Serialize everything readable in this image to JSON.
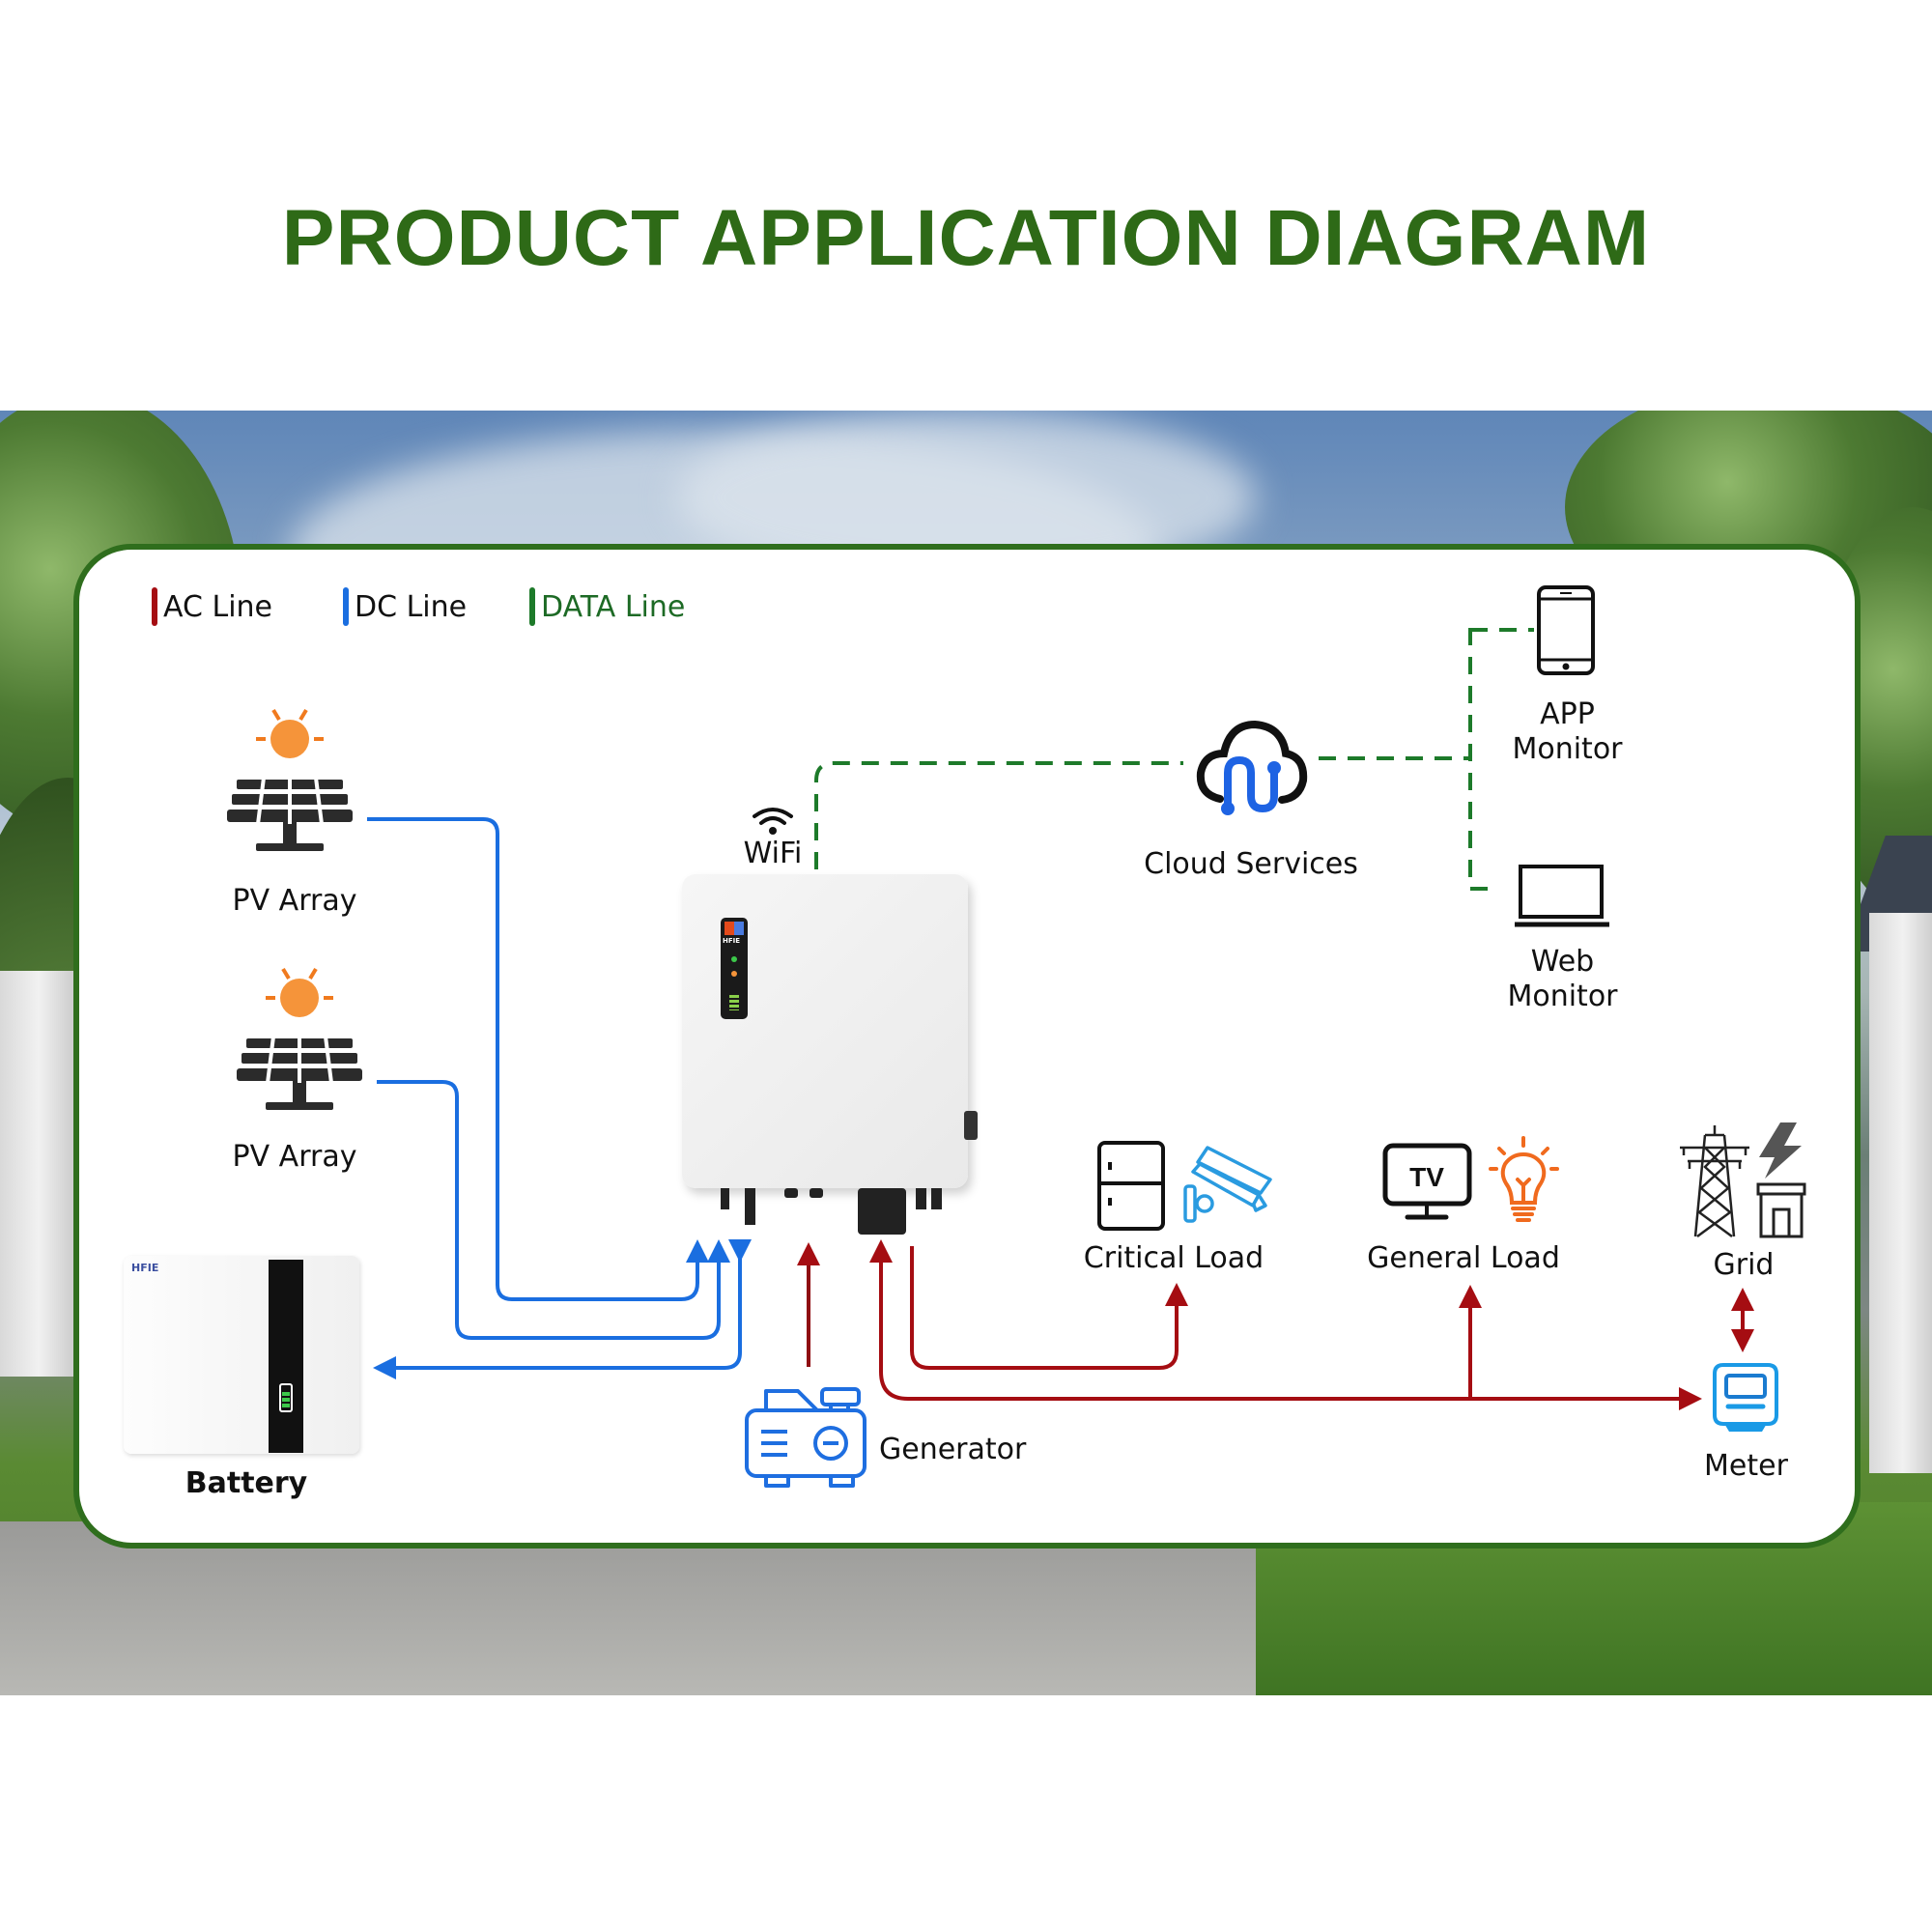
{
  "title": "PRODUCT APPLICATION DIAGRAM",
  "colors": {
    "title": "#2e6a17",
    "ac_line": "#a50d12",
    "dc_line": "#1a6ee0",
    "data_line": "#1d7a2a",
    "panel_border": "#2f6e1d"
  },
  "legend": [
    {
      "label": "AC Line",
      "color": "#a50d12"
    },
    {
      "label": "DC Line",
      "color": "#1a6ee0"
    },
    {
      "label": "DATA Line",
      "color": "#1d7a2a"
    }
  ],
  "nodes": {
    "pv_array_1": {
      "label": "PV Array",
      "icon": "solar-panel-icon"
    },
    "pv_array_2": {
      "label": "PV Array",
      "icon": "solar-panel-icon"
    },
    "battery": {
      "label": "Battery",
      "brand": "HFIE",
      "icon": "battery-icon"
    },
    "inverter": {
      "brand": "HFIE",
      "icon": "inverter-icon"
    },
    "wifi": {
      "label": "WiFi",
      "icon": "wifi-icon"
    },
    "cloud": {
      "label": "Cloud Services",
      "icon": "cloud-icon"
    },
    "app_monitor": {
      "label": "APP\nMonitor",
      "icon": "smartphone-icon"
    },
    "web_monitor": {
      "label": "Web\nMonitor",
      "icon": "laptop-icon"
    },
    "generator": {
      "label": "Generator",
      "icon": "generator-icon"
    },
    "critical_load": {
      "label": "Critical Load",
      "icons": [
        "fridge-icon",
        "cctv-camera-icon"
      ]
    },
    "general_load": {
      "label": "General Load",
      "icons": [
        "tv-icon",
        "light-bulb-icon"
      ],
      "tv_text": "TV"
    },
    "grid": {
      "label": "Grid",
      "icons": [
        "power-tower-icon",
        "lightning-icon",
        "substation-icon"
      ]
    },
    "meter": {
      "label": "Meter",
      "icon": "meter-icon"
    }
  }
}
